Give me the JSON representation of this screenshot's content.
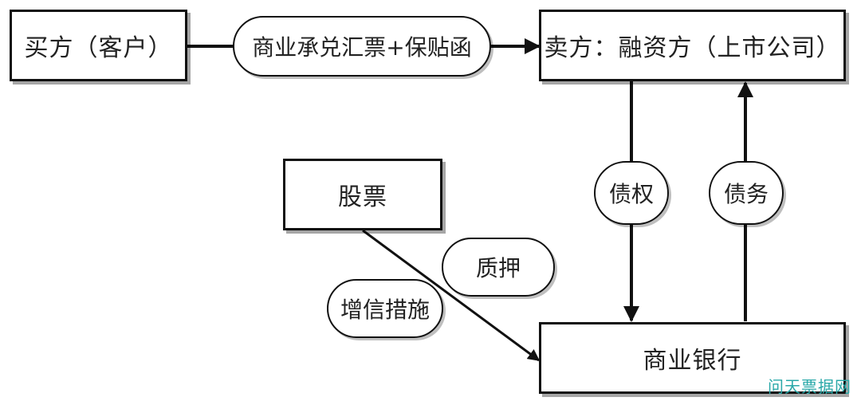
{
  "nodes": {
    "buyer": "买方（客户）",
    "seller": "卖方：融资方（上市公司）",
    "stock": "股票",
    "bank": "商业银行"
  },
  "edge_labels": {
    "bill_guarantee": "商业承兑汇票+保贴函",
    "claim": "债权",
    "debt": "债务",
    "pledge": "质押",
    "credit_enhancement": "增信措施"
  },
  "watermark": "问天票据网"
}
